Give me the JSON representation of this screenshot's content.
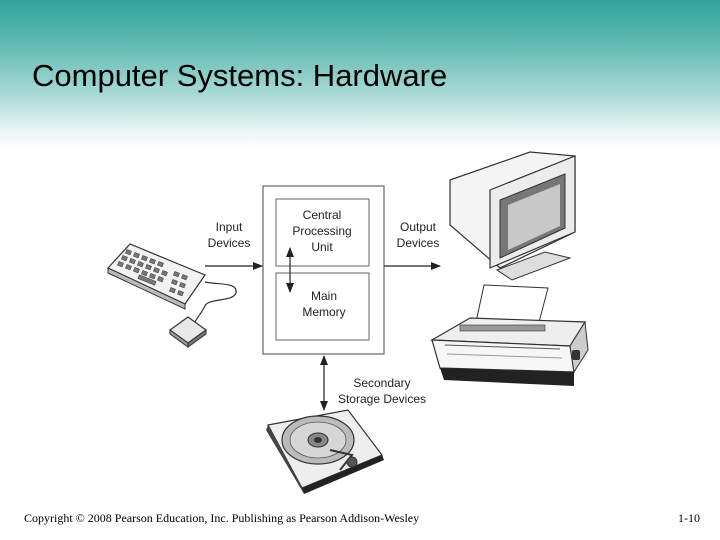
{
  "slide": {
    "title": "Computer Systems: Hardware",
    "footer": "Copyright © 2008 Pearson Education, Inc. Publishing as Pearson Addison-Wesley",
    "page_number": "1-10"
  },
  "diagram": {
    "cpu_label": [
      "Central",
      "Processing",
      "Unit"
    ],
    "memory_label": [
      "Main",
      "Memory"
    ],
    "input_label": [
      "Input",
      "Devices"
    ],
    "output_label": [
      "Output",
      "Devices"
    ],
    "storage_label": [
      "Secondary",
      "Storage Devices"
    ],
    "illustrations": [
      "keyboard",
      "mouse",
      "monitor",
      "printer",
      "hard-disk"
    ]
  }
}
